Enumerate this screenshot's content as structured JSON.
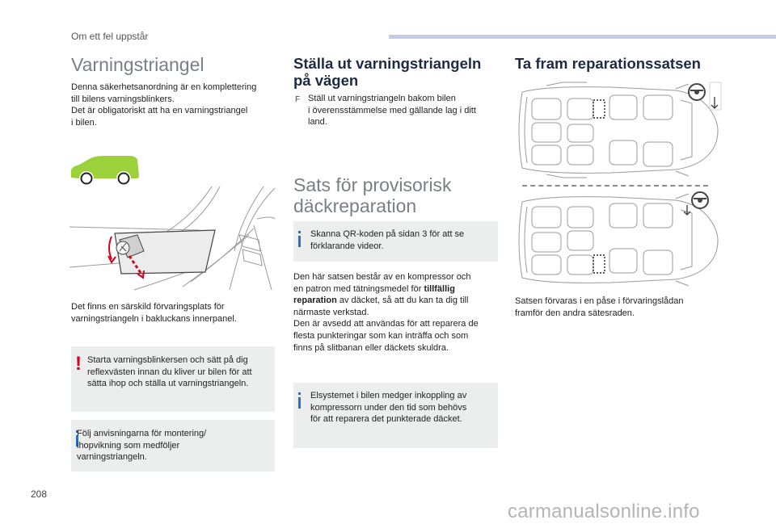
{
  "header": {
    "section": "Om ett fel uppstår"
  },
  "col1": {
    "title": "Varningstriangel",
    "intro": [
      "Denna säkerhetsanordning är en komplettering",
      "till bilens varningsblinkers.",
      "Det är obligatoriskt att ha en varningstriangel",
      "i bilen."
    ],
    "storage": [
      "Det finns en särskild förvaringsplats för",
      "varningstriangeln i bakluckans innerpanel."
    ],
    "warning": [
      "Starta varningsblinkersen och sätt på dig",
      "reflexvästen innan du kliver ur bilen för att",
      "sätta ihop och ställa ut varningstriangeln."
    ],
    "info": [
      "Följ anvisningarna för montering/",
      "ihopvikning som medföljer",
      "varningstriangeln."
    ]
  },
  "col2": {
    "title_line1": "Ställa ut varningstriangeln",
    "title_line2": "på vägen",
    "bullet_symbol": "F",
    "bullet_lines": [
      "Ställ ut varningstriangeln bakom bilen",
      "i överensstämmelse med gällande lag i ditt",
      "land."
    ],
    "subtitle_line1": "Sats för provisorisk",
    "subtitle_line2": "däckreparation",
    "qr_info": [
      "Skanna QR-koden på sidan 3 för att se",
      "förklarande videor."
    ],
    "body_l1": "Den här satsen består av en kompressor och",
    "body_l2_pre": "en patron med tätningsmedel för ",
    "body_l2_bold": "tillfällig",
    "body_l3_bold": "reparation",
    "body_l3_post": " av däcket, så att du kan ta dig till",
    "body_l4": "närmaste verkstad.",
    "body_l5": "Den är avsedd att användas för att reparera de",
    "body_l6": "flesta punkteringar som kan inträffa och som",
    "body_l7": "finns på slitbanan eller däckets skuldra.",
    "elec_info": [
      "Elsystemet i bilen medger inkoppling av",
      "kompressorn under den tid som behövs",
      "för att reparera det punkterade däcket."
    ]
  },
  "col3": {
    "title": "Ta fram reparationssatsen",
    "caption": [
      "Satsen förvaras i en påse i förvaringslådan",
      "framför den andra sätesraden."
    ]
  },
  "page_number": "208",
  "watermark": "carmanualsonline.info",
  "colors": {
    "accent_blue": "#2a6ec9",
    "warning_red": "#d6001c",
    "car_green": "#9bd23c",
    "box_gray": "#eceded",
    "header_bar": "#c7cae6"
  }
}
